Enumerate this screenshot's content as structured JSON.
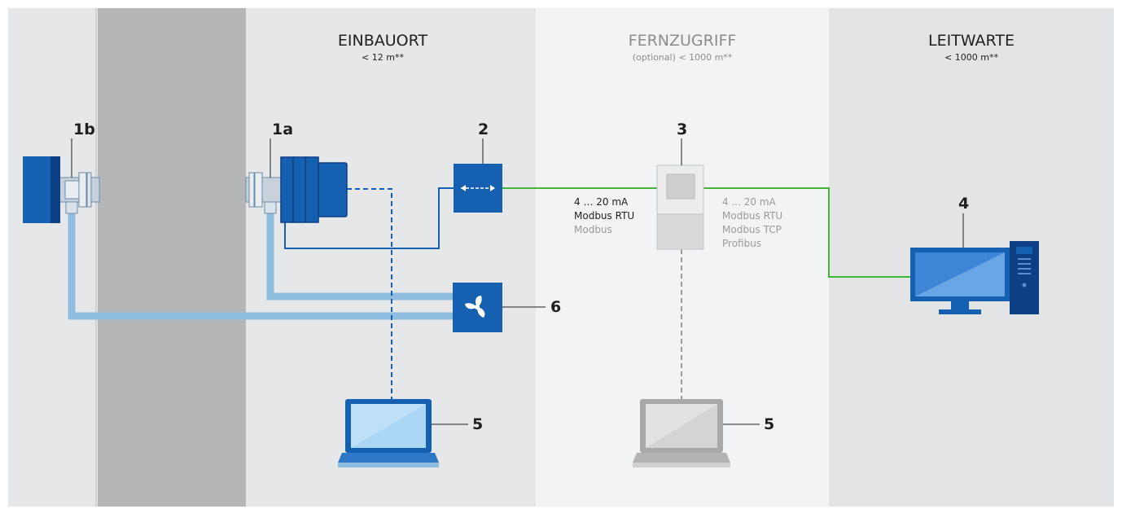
{
  "zones": [
    {
      "title": "EINBAUORT",
      "subtitle": "< 12 m**",
      "color": "#1f1f1f"
    },
    {
      "title": "FERNZUGRIFF",
      "subtitle": "(optional) < 1000 m**",
      "color": "#8c8c8c"
    },
    {
      "title": "LEITWARTE",
      "subtitle": "< 1000 m**",
      "color": "#1f1f1f"
    }
  ],
  "labels": {
    "n1b": "1b",
    "n1a": "1a",
    "n2": "2",
    "n3": "3",
    "n4": "4",
    "n5_local": "5",
    "n5_remote": "5",
    "n6": "6"
  },
  "protocols_local": {
    "line1": "4 … 20 mA",
    "line2": "Modbus RTU",
    "line3": "Modbus"
  },
  "protocols_remote": {
    "line1": "4 ... 20 mA",
    "line2": "Modbus RTU",
    "line3": "Modbus TCP",
    "line4": "Profibus"
  },
  "colors": {
    "device_blue": "#1560b0",
    "device_dark": "#0d3f85",
    "signal_green": "#44b53b",
    "purge_light_blue": "#8ebde0",
    "wall_gray": "#b5b6b8",
    "bg_left": "#e6e7e8",
    "bg_middle": "#f2f3f4",
    "bg_right": "#e3e4e5",
    "remote_gray": "#9a9a9a"
  }
}
